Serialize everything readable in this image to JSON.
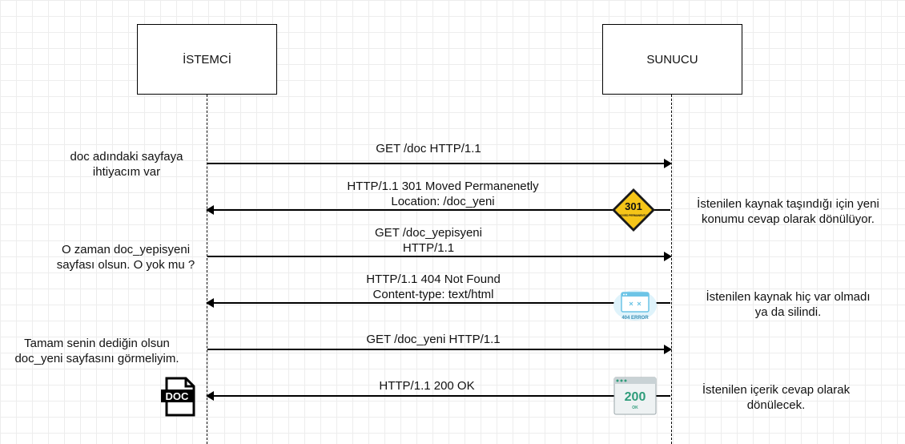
{
  "participants": {
    "client": "İSTEMCİ",
    "server": "SUNUCU"
  },
  "messages": [
    {
      "lines": [
        "GET /doc HTTP/1.1"
      ],
      "direction": "client-to-server"
    },
    {
      "lines": [
        "HTTP/1.1 301 Moved Permanenetly",
        "Location: /doc_yeni"
      ],
      "direction": "server-to-client"
    },
    {
      "lines": [
        "GET /doc_yepisyeni",
        "HTTP/1.1"
      ],
      "direction": "client-to-server"
    },
    {
      "lines": [
        "HTTP/1.1 404 Not Found",
        "Content-type: text/html"
      ],
      "direction": "server-to-client"
    },
    {
      "lines": [
        "GET /doc_yeni HTTP/1.1"
      ],
      "direction": "client-to-server"
    },
    {
      "lines": [
        "HTTP/1.1 200 OK"
      ],
      "direction": "server-to-client"
    }
  ],
  "client_notes": [
    [
      "doc adındaki sayfaya",
      "ihtiyacım var"
    ],
    [
      "O zaman doc_yepisyeni",
      "sayfası olsun. O yok mu ?"
    ],
    [
      "Tamam senin dediğin olsun",
      "doc_yeni sayfasını görmeliyim."
    ]
  ],
  "server_notes": [
    [
      "İstenilen kaynak taşındığı için yeni",
      "konumu cevap olarak dönülüyor."
    ],
    [
      "İstenilen kaynak hiç var olmadı",
      "ya da silindi."
    ],
    [
      "İstenilen içerik cevap olarak",
      "dönülecek."
    ]
  ],
  "icons": {
    "sign_301": {
      "name": "moved-permanently-301-sign-icon",
      "text": "301",
      "subtext": "MOVED PERMANENTLY",
      "color": "#f5c518"
    },
    "error_404": {
      "name": "404-error-icon",
      "text": "404 ERROR",
      "color": "#9ad7f0"
    },
    "ok_200": {
      "name": "200-ok-icon",
      "text": "200",
      "subtext": "OK",
      "color": "#2e9c7a"
    },
    "doc_file": {
      "name": "doc-file-icon",
      "text": "DOC"
    }
  },
  "colors": {
    "line": "#000000",
    "grid": "#ededed"
  }
}
